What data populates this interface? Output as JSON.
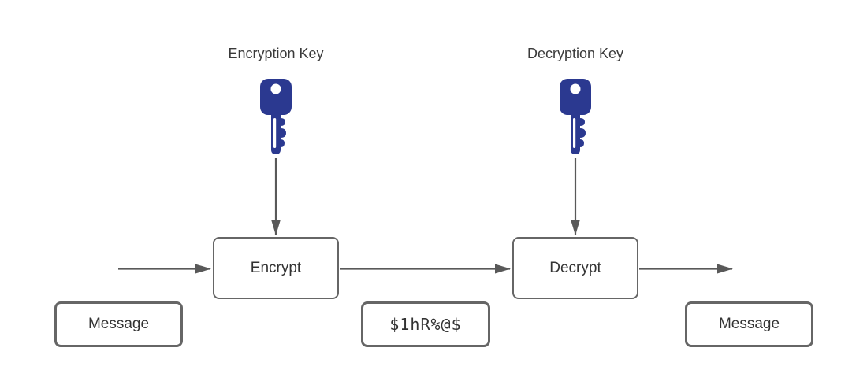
{
  "diagram": {
    "encryption_key_label": "Encryption Key",
    "decryption_key_label": "Decryption Key",
    "nodes": {
      "encrypt": {
        "label": "Encrypt"
      },
      "decrypt": {
        "label": "Decrypt"
      },
      "message_in": {
        "label": "Message"
      },
      "ciphertext": {
        "label": "$1hR%@$"
      },
      "message_out": {
        "label": "Message"
      }
    },
    "icons": {
      "encryption_key": "key-icon",
      "decryption_key": "key-icon"
    },
    "colors": {
      "key_fill": "#2b3990",
      "box_border": "#666666",
      "arrow": "#595959",
      "text": "#333333",
      "background": "#ffffff"
    }
  }
}
